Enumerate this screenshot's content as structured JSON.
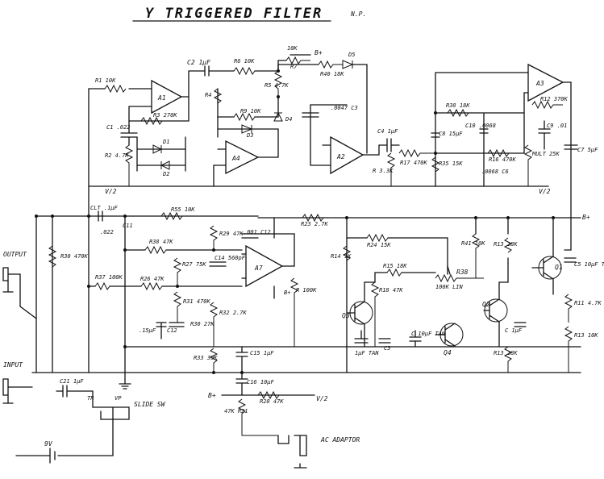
{
  "title": "Y TRIGGERED FILTER",
  "initials": "N.P.",
  "opamps": [
    "A1",
    "A2",
    "A3",
    "A4",
    "A7"
  ],
  "transistors": [
    "Q1",
    "Q2",
    "Q3",
    "Q4"
  ],
  "labels": {
    "output": "OUTPUT",
    "input": "INPUT",
    "battery": "9V",
    "ac_adaptor": "AC ADAPTOR",
    "bplus": "B+",
    "vhalf": "V/2",
    "slide_sw": "SLIDE SW",
    "tr": "TR",
    "vp": "VP"
  },
  "parts": {
    "r1": "R1 10K",
    "c2": "C2 1μF",
    "r6": "R6 10K",
    "r_top": "10K",
    "r7": "R7",
    "r40": "R40 18K",
    "d5": "D5",
    "r5": "R5 4.7K",
    "r4": "R4",
    "r9": "R9 10K",
    "d3": "D3",
    "d4": "D4",
    "c3": ".0047 C3",
    "c1": "C1 .022",
    "r2": "R2 4.7K",
    "r3": "R3 270K",
    "d1": "D1",
    "d2": "D2",
    "c4": "C4 1μF",
    "r17": "R17 470K",
    "r_35": "R 3.3K",
    "r35": "R35 15K",
    "c8": "C8 15μF",
    "c10": "C10 .0068",
    "r_mid": "R38 18K",
    "r16": "R16 470K",
    "c6": ".0068 C6",
    "r12": "R12 370K",
    "c9": "C9 .01",
    "r_trim": "MULT 25K",
    "c7": "C7 5μF",
    "c_top": "CLT .1μF",
    "c11": "C11",
    "r_left": ".022",
    "r55": "R55 10K",
    "r38l": "R38 47K",
    "r30": "R30 470K",
    "r37": "R37 100K",
    "r26": "R26 47K",
    "r29": "R29 47K",
    "c12": ".001 C12",
    "r23": "R23 2.7K",
    "r24": "R24 15K",
    "c14": "C14 560pF",
    "r27": "R27 75K",
    "r31": "R31 470K",
    "r_27k": "R32 2.7K",
    "c13": ".15μF",
    "c12b": "C12",
    "r30b": "R30 27K",
    "r33": "R33 39K",
    "c15": "C15 1μF",
    "c16": "C16 10μF",
    "r20": "R20 47K",
    "r21": "47K R21",
    "r_100k": "R 100K",
    "rk1": "R14 1K",
    "rk2": "R15 18K",
    "c3b": "C3",
    "r38": "R38",
    "r_100k2": "100K LIN",
    "r18": "R18 47K",
    "c_1uf": "1μF TAN",
    "c_tan": "C 10μF TAN",
    "r41": "R41 10K",
    "r11": "R11 4.7K",
    "r13": "R13 10K",
    "c5": "C5 10μF TAN",
    "c_in": "C21 1μF",
    "r_18k3": "R13 18K",
    "c_1uf3": "C 1μF"
  }
}
